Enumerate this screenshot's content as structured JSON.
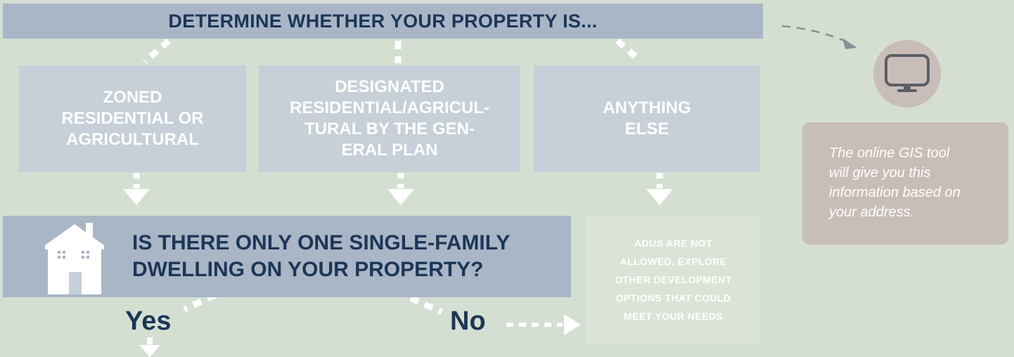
{
  "header": {
    "title": "DETERMINE WHETHER YOUR PROPERTY IS..."
  },
  "categories": [
    {
      "lines": [
        "ZONED",
        "RESIDENTIAL OR",
        "AGRICULTURAL"
      ]
    },
    {
      "lines": [
        "DESIGNATED",
        "RESIDENTIAL/AGRICUL-",
        "TURAL BY THE GEN-",
        "ERAL PLAN"
      ]
    },
    {
      "lines": [
        "ANYTHING",
        "ELSE"
      ]
    }
  ],
  "question": {
    "lines": [
      "IS THERE ONLY ONE SINGLE-FAMILY",
      "DWELLING ON YOUR PROPERTY?"
    ],
    "icon": "house-icon"
  },
  "not_allowed": {
    "lines": [
      "ADUS ARE NOT",
      "ALLOWED, EXPLORE",
      "OTHER DEVELOPMENT",
      "OPTIONS THAT COULD",
      "MEET YOUR NEEDS"
    ]
  },
  "answers": {
    "yes": "Yes",
    "no": "No"
  },
  "tip": {
    "icon": "monitor-icon",
    "lines": [
      "The online GIS tool",
      "will give you this",
      "information based on",
      "your address."
    ]
  },
  "colors": {
    "background": "#d4dfd2",
    "bar": "#a9b6c6",
    "box": "#c7cfd8",
    "navy": "#1c3657",
    "tip": "#c9bdb8",
    "arrow": "#ffffff"
  }
}
